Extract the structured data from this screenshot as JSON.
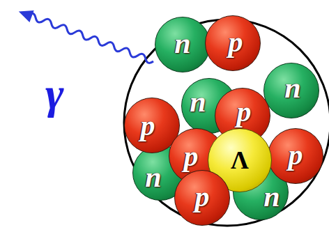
{
  "diagram": {
    "nodes": [
      {
        "text": [
          "n"
        ]
      },
      {
        "text": [
          "p"
        ]
      },
      {
        "text": [
          "n"
        ]
      },
      {
        "text": [
          "p"
        ]
      },
      {
        "text": [
          "n"
        ]
      },
      {
        "text": [
          "p"
        ]
      },
      {
        "text": [
          "p"
        ]
      },
      {
        "text": [
          "Λ"
        ]
      },
      {
        "text": [
          "p"
        ]
      },
      {
        "text": [
          "n"
        ]
      },
      {
        "text": [
          "p"
        ]
      },
      {
        "text": [
          "n"
        ]
      }
    ],
    "labels": [
      "γ"
    ]
  }
}
